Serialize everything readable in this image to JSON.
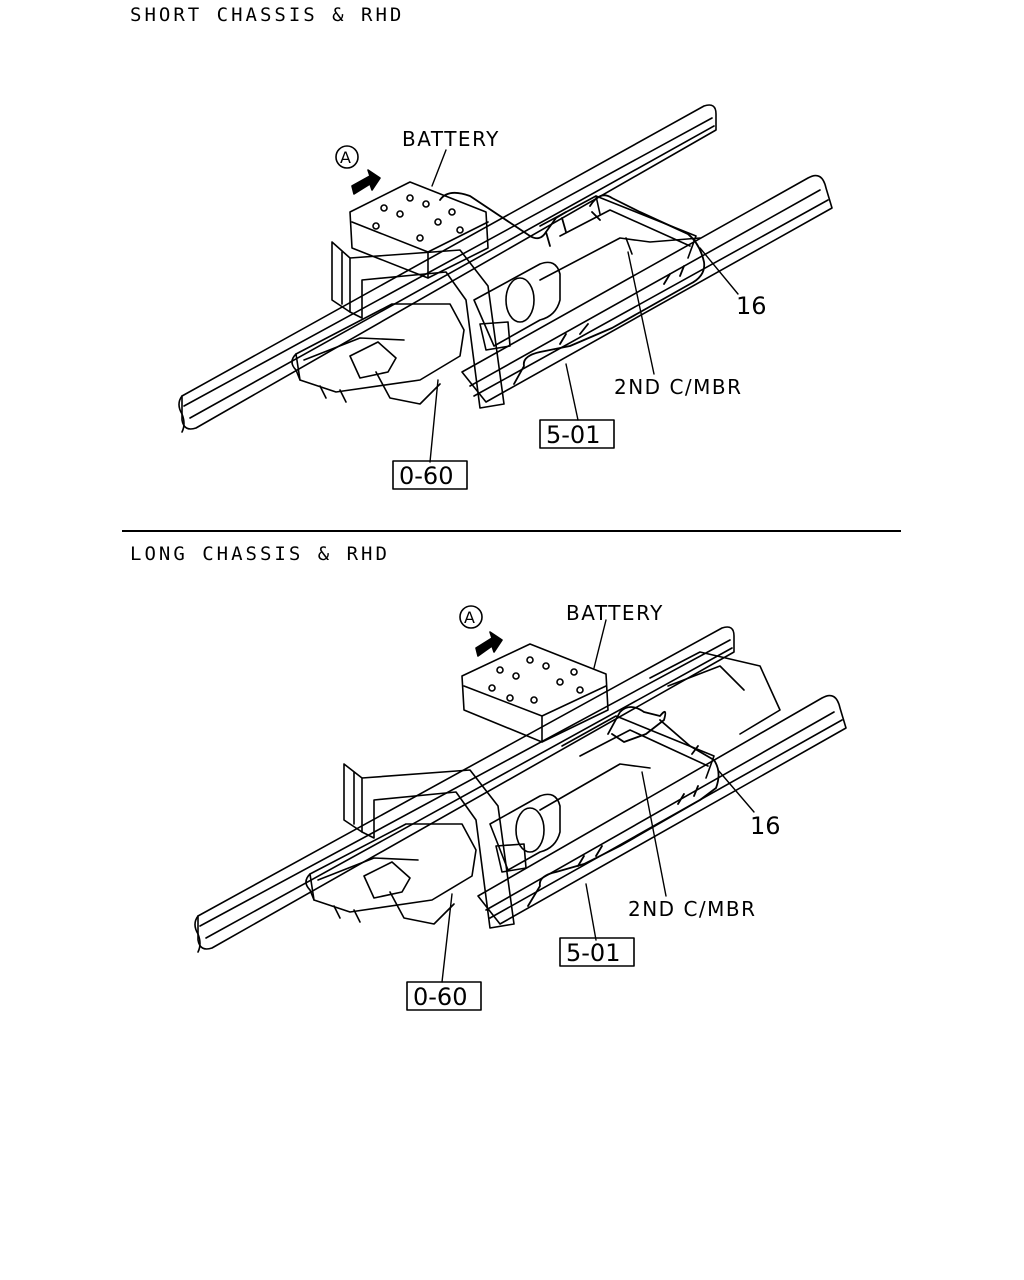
{
  "sections": [
    {
      "heading": "SHORT CHASSIS & RHD",
      "view_marker": "A",
      "labels": {
        "battery": "BATTERY",
        "part_16": "16",
        "crossmember": "2ND C/MBR",
        "ref_5_01": "5-01",
        "ref_0_60": "0-60"
      }
    },
    {
      "heading": "LONG CHASSIS & RHD",
      "view_marker": "A",
      "labels": {
        "battery": "BATTERY",
        "part_16": "16",
        "crossmember": "2ND C/MBR",
        "ref_5_01": "5-01",
        "ref_0_60": "0-60"
      }
    }
  ]
}
